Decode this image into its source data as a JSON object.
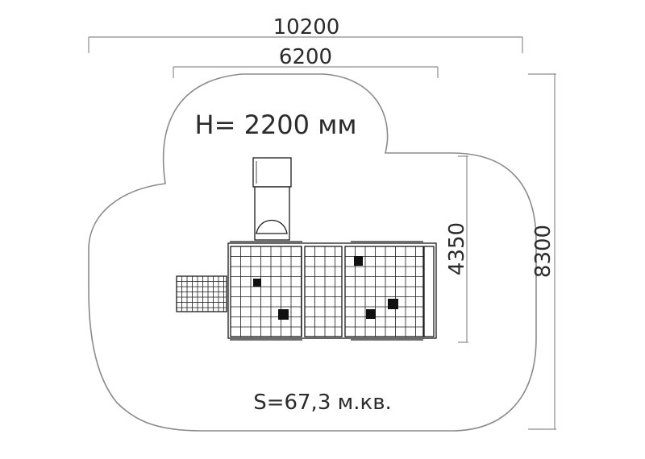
{
  "dimensions": {
    "total_width": "10200",
    "structure_width": "6200",
    "structure_depth": "4350",
    "total_depth": "8300"
  },
  "height_note": "H= 2200 мм",
  "area_note": "S=67,3 м.кв.",
  "colors": {
    "outline": "#8a8a8a",
    "structure": "#1a1a1a",
    "dimension": "#8c8c8c"
  }
}
